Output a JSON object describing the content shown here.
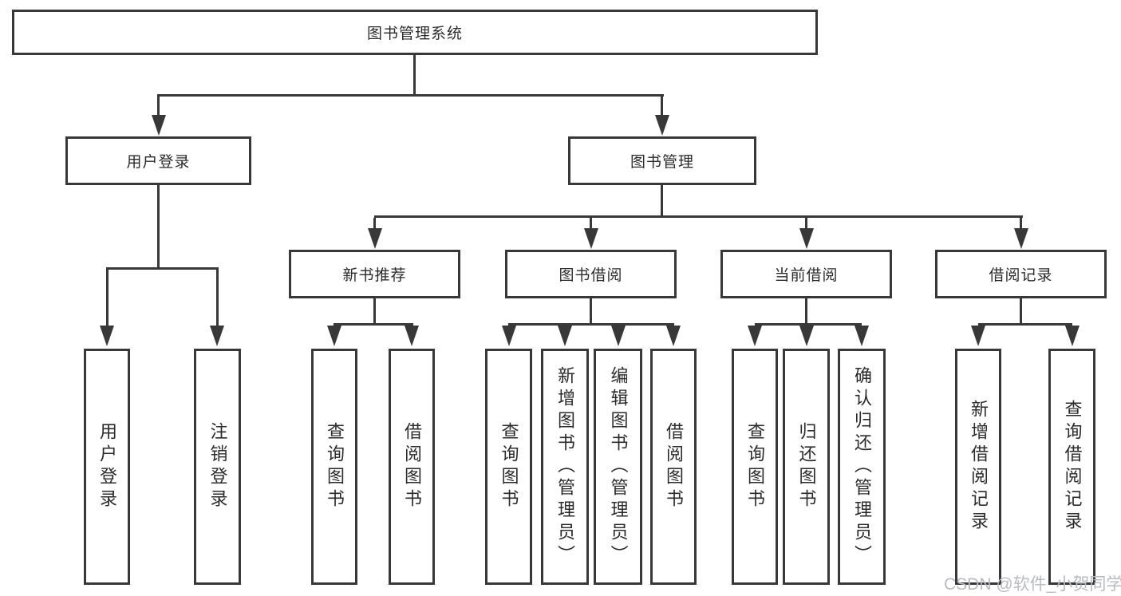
{
  "tree": {
    "root": {
      "label": "图书管理系统",
      "children": [
        {
          "label": "用户登录",
          "children": [
            {
              "label": "用户登录"
            },
            {
              "label": "注销登录"
            }
          ]
        },
        {
          "label": "图书管理",
          "children": [
            {
              "label": "新书推荐",
              "children": [
                {
                  "label": "查询图书"
                },
                {
                  "label": "借阅图书"
                }
              ]
            },
            {
              "label": "图书借阅",
              "children": [
                {
                  "label": "查询图书"
                },
                {
                  "label": "新增图书（管理员）"
                },
                {
                  "label": "编辑图书（管理员）"
                },
                {
                  "label": "借阅图书"
                }
              ]
            },
            {
              "label": "当前借阅",
              "children": [
                {
                  "label": "查询图书"
                },
                {
                  "label": "归还图书"
                },
                {
                  "label": "确认归还（管理员）"
                }
              ]
            },
            {
              "label": "借阅记录",
              "children": [
                {
                  "label": "新增借阅记录"
                },
                {
                  "label": "查询借阅记录"
                }
              ]
            }
          ]
        }
      ]
    }
  },
  "watermark": "CSDN @软件_小贺同学",
  "colors": {
    "line": "#383838",
    "box_fill": "#ffffff",
    "text": "#2b2b2b",
    "watermark": "#b9bbc3"
  }
}
